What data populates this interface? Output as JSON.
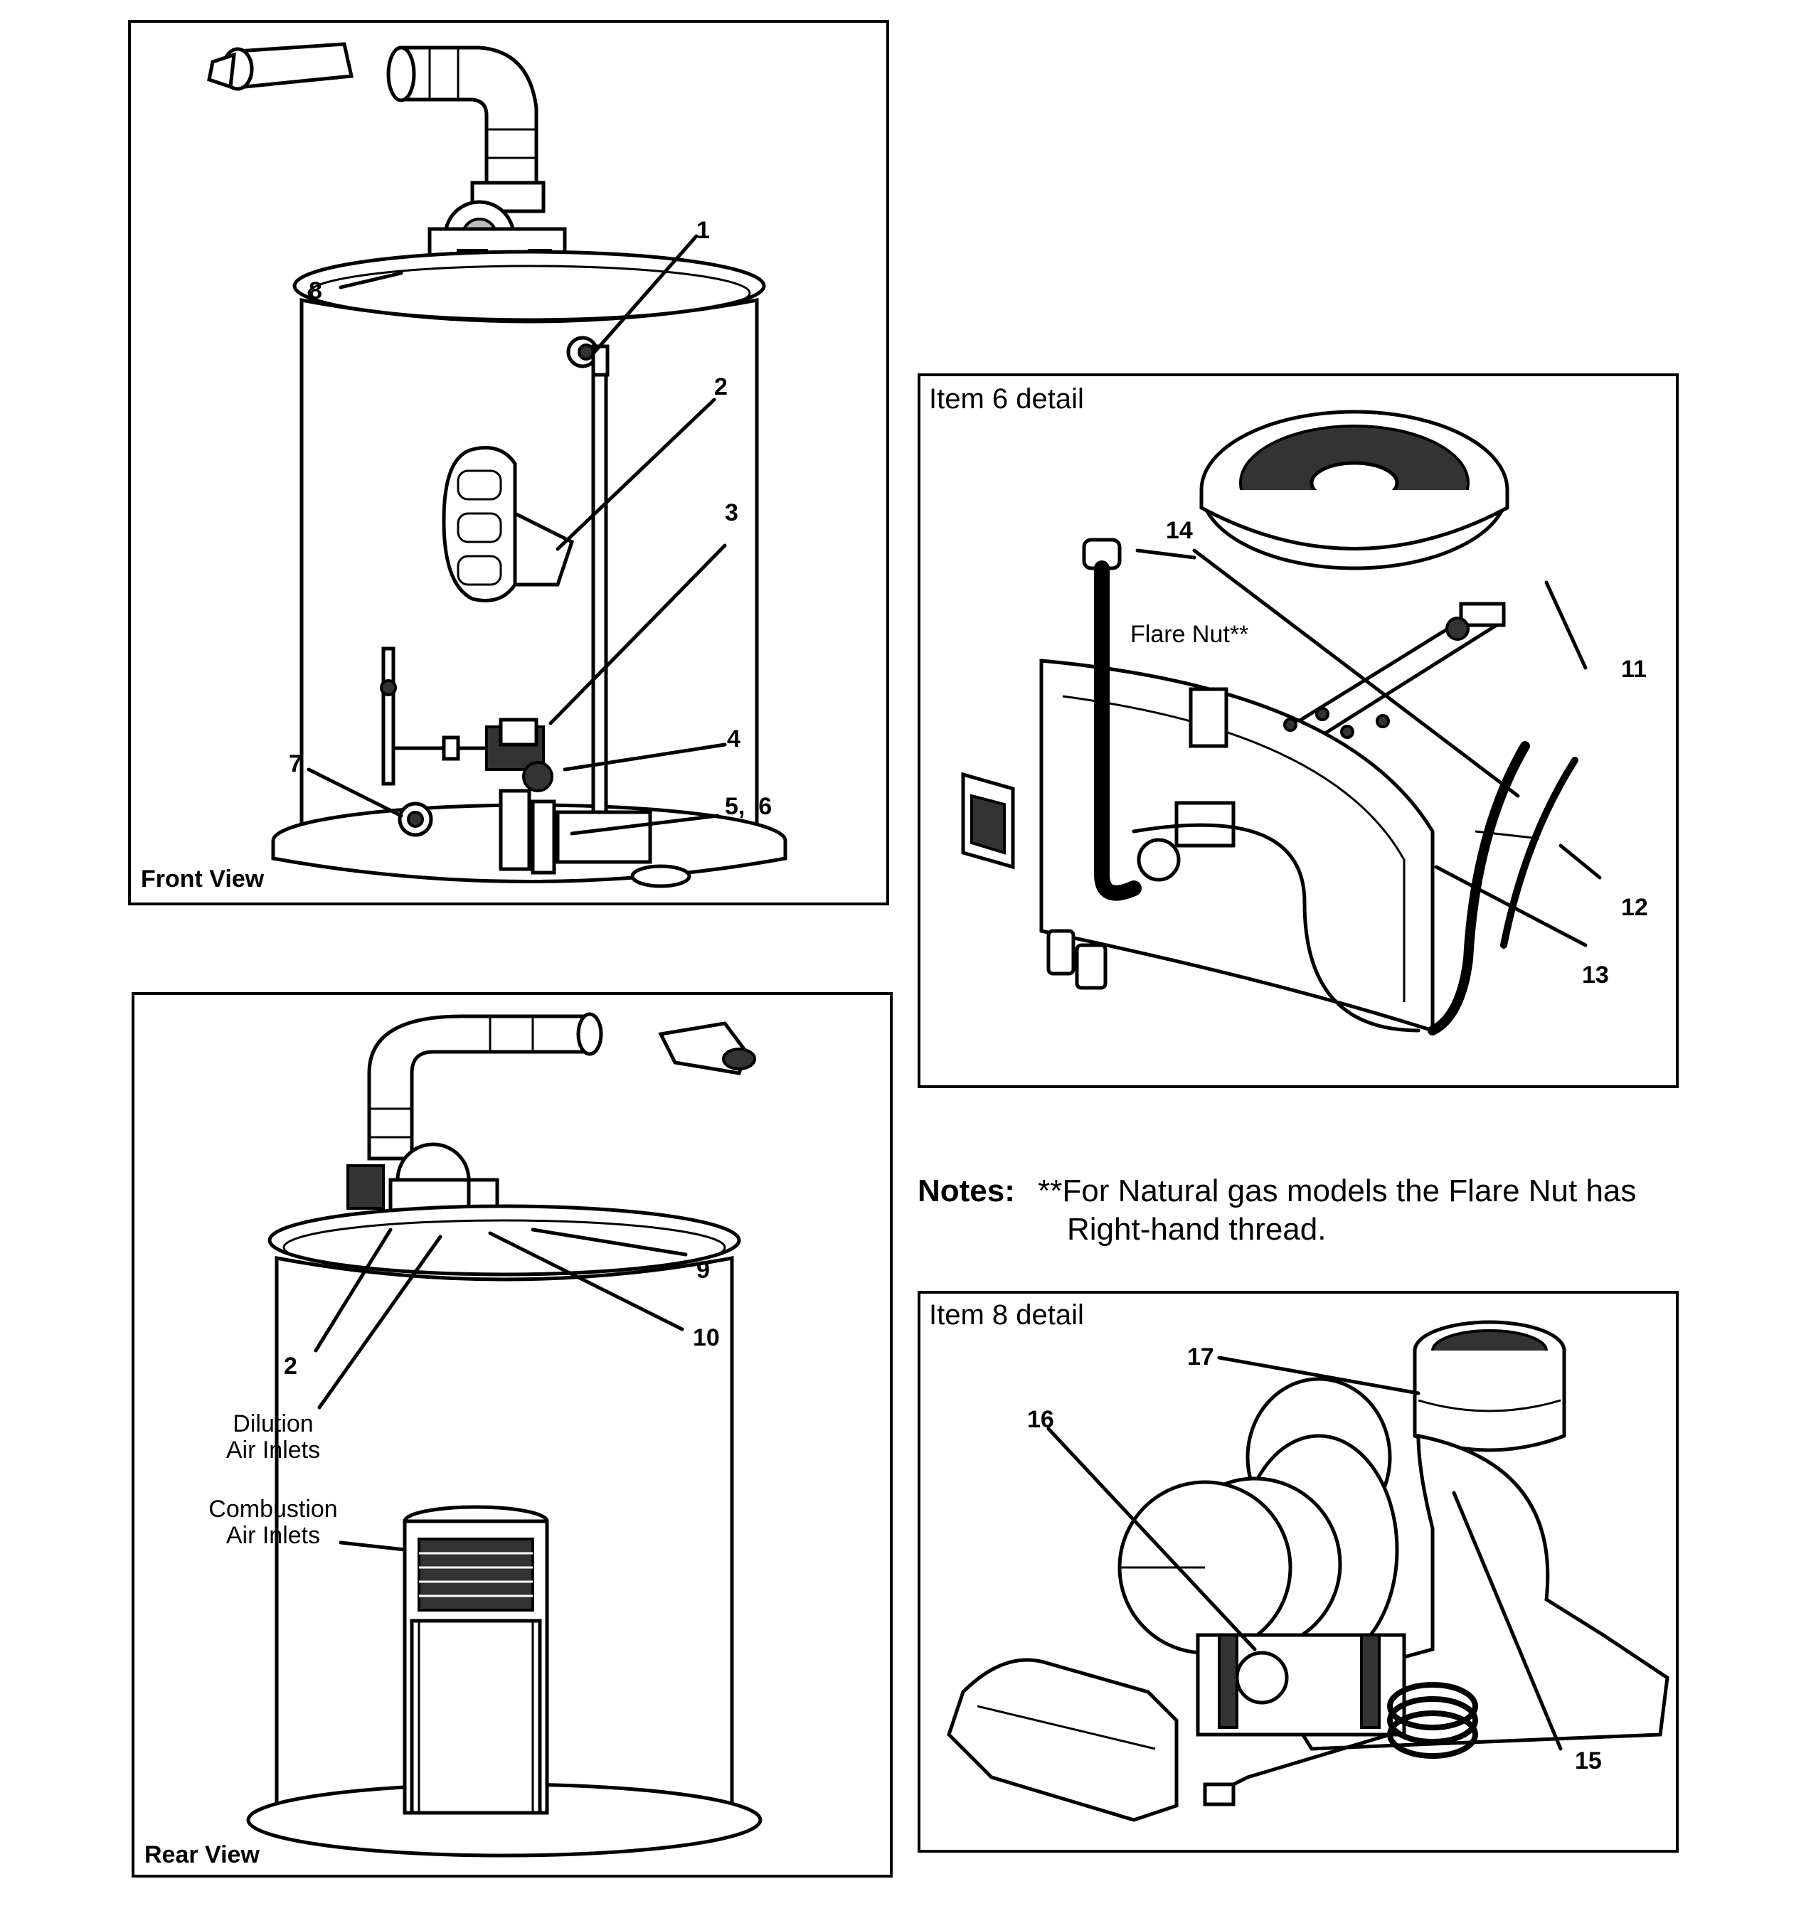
{
  "front_view": {
    "label": "Front View",
    "callouts": [
      "1",
      "2",
      "3",
      "4",
      "5,  6",
      "7",
      "8"
    ]
  },
  "rear_view": {
    "label": "Rear View",
    "callouts": [
      "9",
      "10",
      "2"
    ],
    "dilution_air_inlets": "Dilution\nAir Inlets",
    "combustion_air_inlets": "Combustion\nAir Inlets"
  },
  "item6_detail": {
    "title": "Item 6 detail",
    "flare_nut": "Flare Nut**",
    "callouts": [
      "14",
      "11",
      "12",
      "13"
    ]
  },
  "item8_detail": {
    "title": "Item 8 detail",
    "callouts": [
      "17",
      "16",
      "15"
    ]
  },
  "notes": {
    "label": "Notes:",
    "line1": "**For Natural gas models the Flare Nut has",
    "line2": "Right-hand thread."
  }
}
